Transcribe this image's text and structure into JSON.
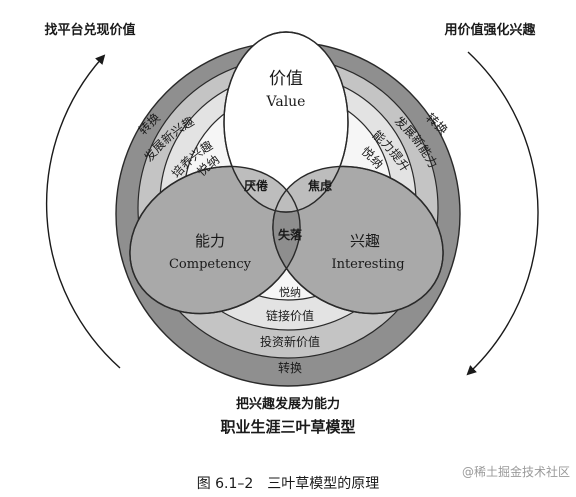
{
  "outer_labels": {
    "top_left": "找平台兑现价值",
    "top_right": "用价值强化兴趣",
    "bottom_center": "把兴趣发展为能力"
  },
  "diagram_title": "职业生涯三叶草模型",
  "figure_caption": "图 6.1–2　三叶草模型的原理",
  "watermark": "@稀土掘金技术社区",
  "leaves": {
    "value": {
      "cn": "价值",
      "en": "Value"
    },
    "competency": {
      "cn": "能力",
      "en": "Competency"
    },
    "interesting": {
      "cn": "兴趣",
      "en": "Interesting"
    }
  },
  "overlaps": {
    "competency_value": "厌倦",
    "value_interesting": "焦虑",
    "competency_interesting": "失落"
  },
  "left_rings": {
    "outer": "转换",
    "middle": "发展新兴趣",
    "inner": "培养兴趣",
    "innermost": "悦纳"
  },
  "right_rings": {
    "outer": "转换",
    "middle": "发展新能力",
    "inner": "能力提升",
    "innermost": "悦纳"
  },
  "bottom_rings": {
    "innermost": "悦纳",
    "inner": "链接价值",
    "middle": "投资新价值",
    "outer": "转换"
  },
  "colors": {
    "outer_ring": "#8f8f8f",
    "ring_2": "#c4c4c4",
    "ring_3": "#e3e3e3",
    "ring_4": "#f6f6f6",
    "leaf_fill": "#a9a9a9",
    "value_fill": "#ffffff",
    "stroke": "#2a2a2a"
  },
  "icons": {
    "left_arrow": "curved-arrow-up-icon",
    "right_arrow": "curved-arrow-down-icon"
  }
}
